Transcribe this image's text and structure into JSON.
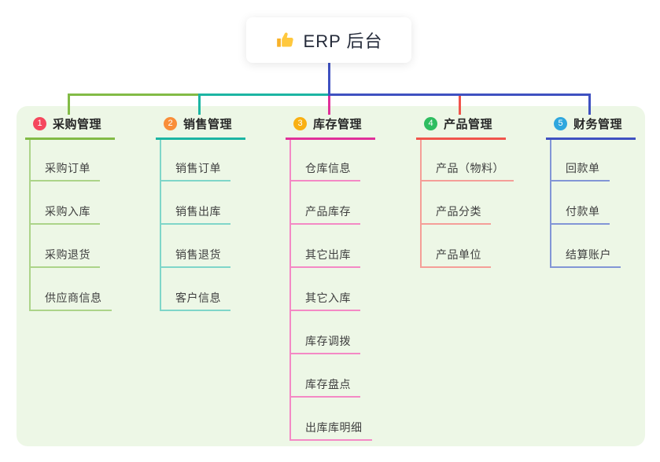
{
  "root": {
    "label": "ERP 后台",
    "icon": "thumbs-up-icon"
  },
  "canvas": {
    "panel_background": "#EDF7E6",
    "page_background": "#FFFFFF"
  },
  "connectors": {
    "trunk_color": "#3F51C1"
  },
  "branches": [
    {
      "index": "1",
      "label": "采购管理",
      "badge_color": "#F5475D",
      "line_color": "#82BB46",
      "child_line_color": "#ACD489",
      "children": [
        "采购订单",
        "采购入库",
        "采购退货",
        "供应商信息"
      ]
    },
    {
      "index": "2",
      "label": "销售管理",
      "badge_color": "#F98E39",
      "line_color": "#1CB5A3",
      "child_line_color": "#7FD6C9",
      "children": [
        "销售订单",
        "销售出库",
        "销售退货",
        "客户信息"
      ]
    },
    {
      "index": "3",
      "label": "库存管理",
      "badge_color": "#F9B012",
      "line_color": "#E0309A",
      "child_line_color": "#F489C5",
      "children": [
        "仓库信息",
        "产品库存",
        "其它出库",
        "其它入库",
        "库存调拨",
        "库存盘点",
        "出库库明细"
      ]
    },
    {
      "index": "4",
      "label": "产品管理",
      "badge_color": "#2EBD60",
      "line_color": "#F0544C",
      "child_line_color": "#F59E98",
      "children": [
        "产品（物料）",
        "产品分类",
        "产品单位"
      ]
    },
    {
      "index": "5",
      "label": "财务管理",
      "badge_color": "#2FA7DE",
      "line_color": "#3F51C1",
      "child_line_color": "#8296D6",
      "children": [
        "回款单",
        "付款单",
        "结算账户"
      ]
    }
  ]
}
